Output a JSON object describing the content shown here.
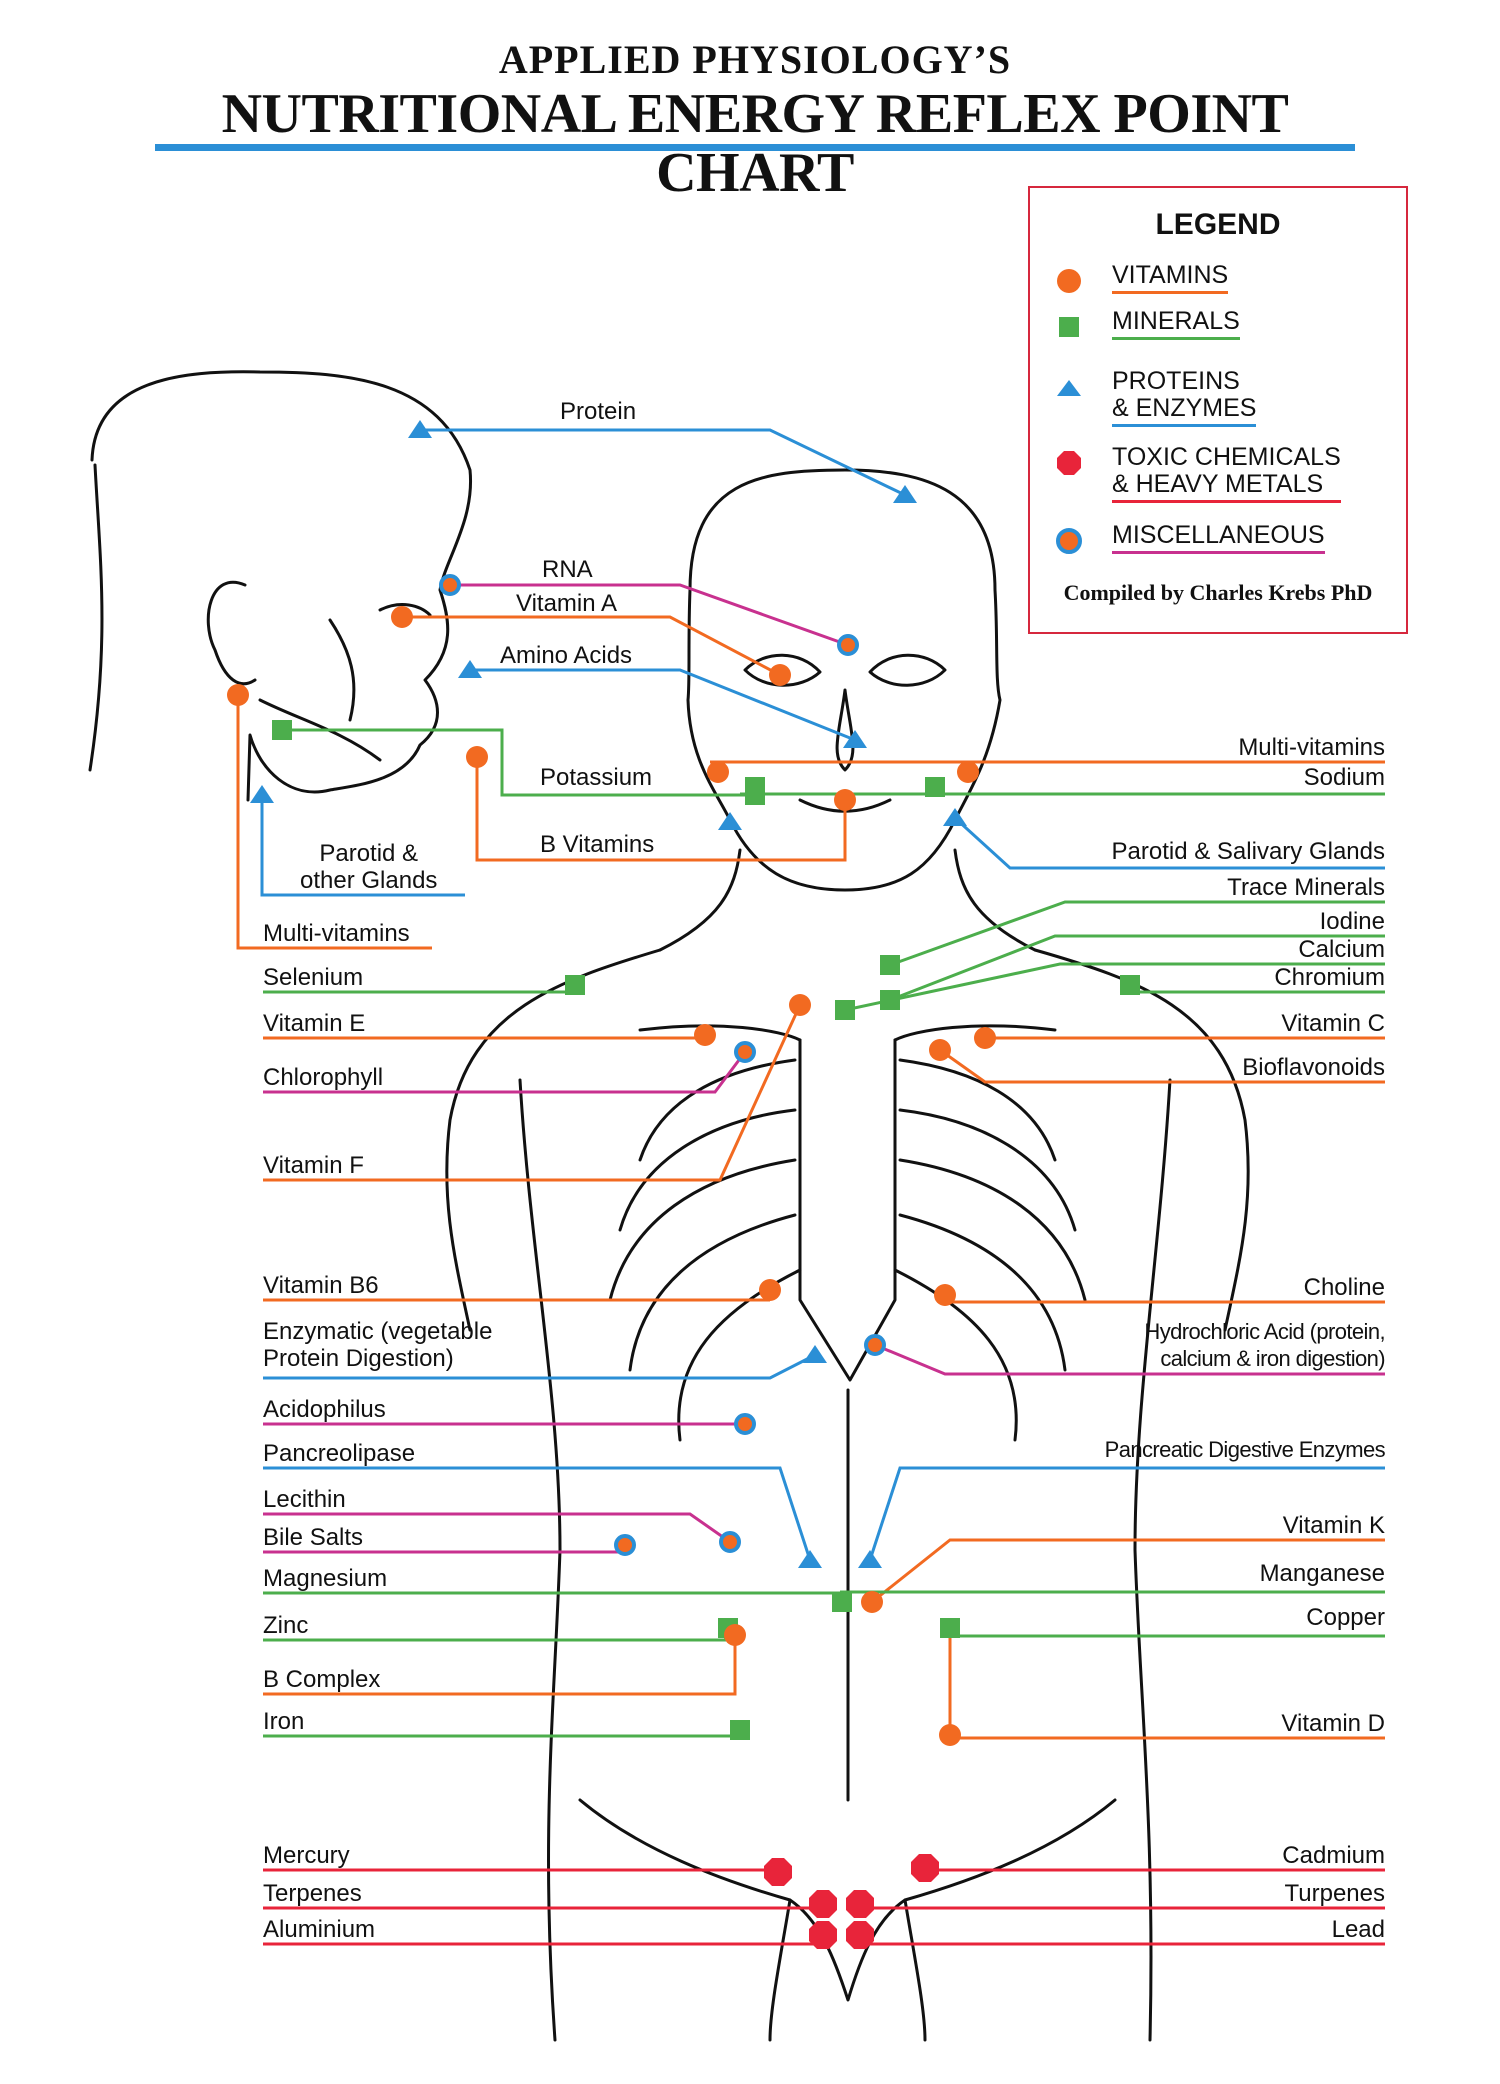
{
  "header": {
    "title_line1": "APPLIED PHYSIOLOGY’S",
    "title_line2": "NUTRITIONAL ENERGY REFLEX POINT CHART"
  },
  "legend": {
    "title": "LEGEND",
    "items": [
      {
        "label": "VITAMINS",
        "shape": "circle",
        "color": "#f26a21"
      },
      {
        "label": "MINERALS",
        "shape": "square",
        "color": "#4cae4c"
      },
      {
        "label": "PROTEINS\n& ENZYMES",
        "shape": "triangle",
        "color": "#2b8fd6"
      },
      {
        "label": "TOXIC CHEMICALS\n& HEAVY METALS",
        "shape": "octagon",
        "color": "#e8243a"
      },
      {
        "label": "MISCELLANEOUS",
        "shape": "ring",
        "color": "#c8318f"
      }
    ],
    "credit": "Compiled by Charles Krebs PhD"
  },
  "colors": {
    "vitamin": "#f26a21",
    "mineral": "#4cae4c",
    "protein": "#2b8fd6",
    "toxic": "#e8243a",
    "misc": "#c8318f",
    "misc_ring": "#2b8fd6"
  },
  "head_labels": {
    "protein": "Protein",
    "rna": "RNA",
    "vitamin_a": "Vitamin A",
    "amino_acids": "Amino Acids",
    "potassium": "Potassium",
    "b_vitamins": "B Vitamins",
    "parotid_other": "Parotid &\nother Glands"
  },
  "left_labels": {
    "multivitamins": "Multi-vitamins",
    "selenium": "Selenium",
    "vitamin_e": "Vitamin E",
    "chlorophyll": "Chlorophyll",
    "vitamin_f": "Vitamin F",
    "vitamin_b6": "Vitamin B6",
    "enzymatic": "Enzymatic (vegetable\nProtein Digestion)",
    "acidophilus": "Acidophilus",
    "pancreolipase": "Pancreolipase",
    "lecithin": "Lecithin",
    "bile_salts": "Bile Salts",
    "magnesium": "Magnesium",
    "zinc": "Zinc",
    "b_complex": "B Complex",
    "iron": "Iron",
    "mercury": "Mercury",
    "terpenes": "Terpenes",
    "aluminium": "Aluminium"
  },
  "right_labels": {
    "multivitamins": "Multi-vitamins",
    "sodium": "Sodium",
    "parotid_salivary": "Parotid & Salivary Glands",
    "trace_minerals": "Trace Minerals",
    "iodine": "Iodine",
    "calcium": "Calcium",
    "chromium": "Chromium",
    "vitamin_c": "Vitamin C",
    "bioflavonoids": "Bioflavonoids",
    "choline": "Choline",
    "hydrochloric": "Hydrochloric Acid (protein,\ncalcium & iron digestion)",
    "pancreatic": "Pancreatic Digestive Enzymes",
    "vitamin_k": "Vitamin K",
    "manganese": "Manganese",
    "copper": "Copper",
    "vitamin_d": "Vitamin D",
    "cadmium": "Cadmium",
    "turpenes": "Turpenes",
    "lead": "Lead"
  }
}
